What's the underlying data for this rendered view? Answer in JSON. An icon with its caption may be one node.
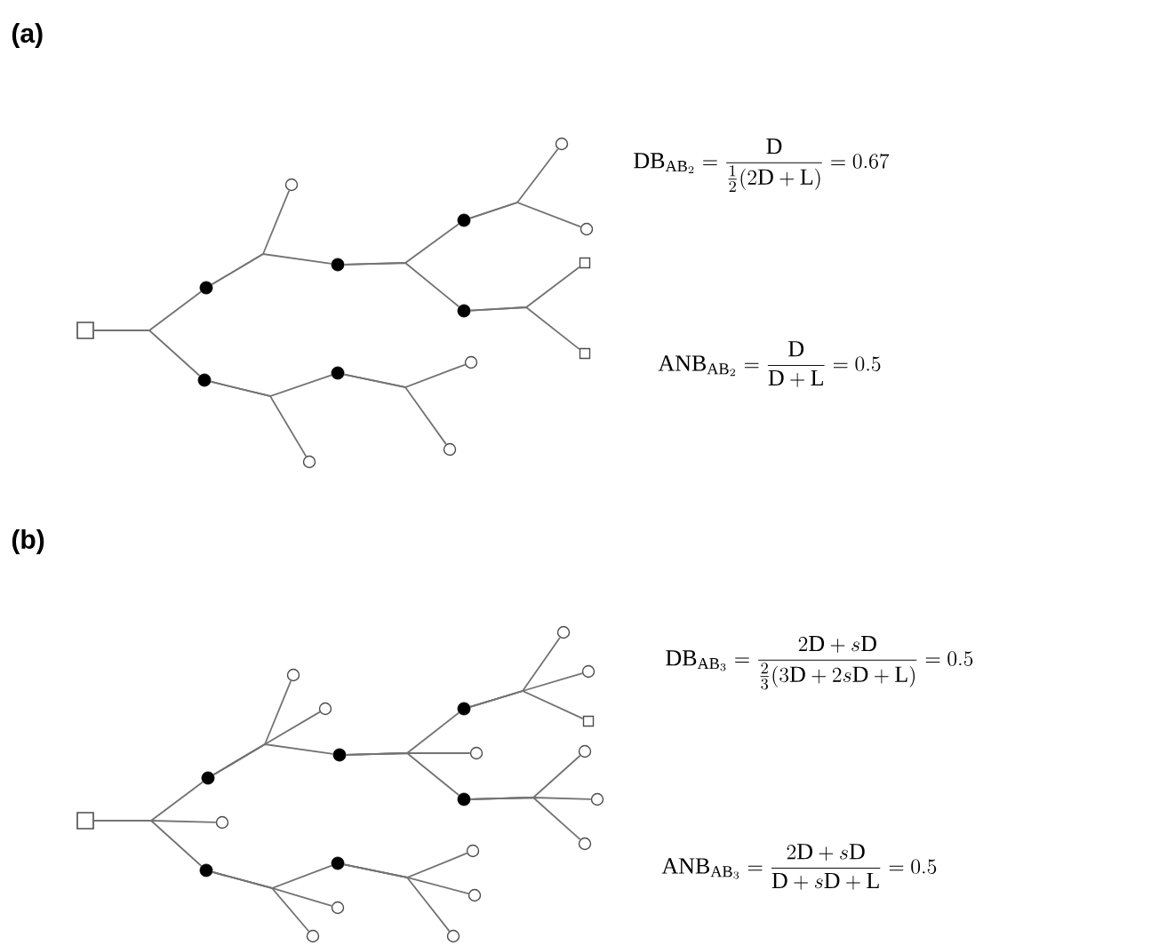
{
  "diagram": {
    "nodes": [
      {
        "text": [],
        "shape": "box"
      },
      {
        "text": [],
        "shape": "dot"
      },
      {
        "text": [],
        "shape": "dot"
      },
      {
        "text": [],
        "shape": "circle"
      },
      {
        "text": [],
        "shape": "dot"
      },
      {
        "text": [],
        "shape": "dot"
      },
      {
        "text": [],
        "shape": "dot"
      },
      {
        "text": [],
        "shape": "circle"
      },
      {
        "text": [],
        "shape": "circle"
      },
      {
        "text": [],
        "shape": "box"
      },
      {
        "text": [],
        "shape": "box"
      },
      {
        "text": [],
        "shape": "circle"
      },
      {
        "text": [],
        "shape": "dot"
      },
      {
        "text": [],
        "shape": "circle"
      },
      {
        "text": [],
        "shape": "circle"
      },
      {
        "text": [],
        "shape": "box"
      },
      {
        "text": [],
        "shape": "circle"
      },
      {
        "text": [],
        "shape": "dot"
      },
      {
        "text": [],
        "shape": "dot"
      },
      {
        "text": [],
        "shape": "circle"
      },
      {
        "text": [],
        "shape": "circle"
      },
      {
        "text": [],
        "shape": "dot"
      },
      {
        "text": [],
        "shape": "dot"
      },
      {
        "text": [],
        "shape": "circle"
      },
      {
        "text": [],
        "shape": "dot"
      },
      {
        "text": [],
        "shape": "circle"
      },
      {
        "text": [],
        "shape": "circle"
      },
      {
        "text": [],
        "shape": "box"
      },
      {
        "text": [],
        "shape": "circle"
      },
      {
        "text": [],
        "shape": "circle"
      },
      {
        "text": [],
        "shape": "circle"
      },
      {
        "text": [],
        "shape": "circle"
      },
      {
        "text": [],
        "shape": "circle"
      },
      {
        "text": [],
        "shape": "dot"
      },
      {
        "text": [],
        "shape": "circle"
      },
      {
        "text": [],
        "shape": "circle"
      },
      {
        "text": [],
        "shape": "circle"
      }
    ],
    "edges": [
      {
        "from": 0,
        "to": 1,
        "arrow": "none"
      },
      {
        "from": 0,
        "to": 2,
        "arrow": "none"
      },
      {
        "from": 1,
        "to": 3,
        "arrow": "none"
      },
      {
        "from": 1,
        "to": 4,
        "arrow": "none"
      },
      {
        "from": 4,
        "to": 5,
        "arrow": "none"
      },
      {
        "from": 4,
        "to": 6,
        "arrow": "none"
      },
      {
        "from": 5,
        "to": 7,
        "arrow": "none"
      },
      {
        "from": 5,
        "to": 8,
        "arrow": "none"
      },
      {
        "from": 6,
        "to": 9,
        "arrow": "none"
      },
      {
        "from": 6,
        "to": 10,
        "arrow": "none"
      },
      {
        "from": 2,
        "to": 11,
        "arrow": "none"
      },
      {
        "from": 2,
        "to": 12,
        "arrow": "none"
      },
      {
        "from": 12,
        "to": 13,
        "arrow": "none"
      },
      {
        "from": 12,
        "to": 14,
        "arrow": "none"
      },
      {
        "from": 15,
        "to": 16,
        "arrow": "none"
      },
      {
        "from": 15,
        "to": 17,
        "arrow": "none"
      },
      {
        "from": 15,
        "to": 18,
        "arrow": "none"
      },
      {
        "from": 17,
        "to": 19,
        "arrow": "none"
      },
      {
        "from": 17,
        "to": 20,
        "arrow": "none"
      },
      {
        "from": 17,
        "to": 21,
        "arrow": "none"
      },
      {
        "from": 21,
        "to": 22,
        "arrow": "none"
      },
      {
        "from": 21,
        "to": 23,
        "arrow": "none"
      },
      {
        "from": 21,
        "to": 24,
        "arrow": "none"
      },
      {
        "from": 22,
        "to": 25,
        "arrow": "none"
      },
      {
        "from": 22,
        "to": 26,
        "arrow": "none"
      },
      {
        "from": 22,
        "to": 27,
        "arrow": "none"
      },
      {
        "from": 24,
        "to": 28,
        "arrow": "none"
      },
      {
        "from": 24,
        "to": 29,
        "arrow": "none"
      },
      {
        "from": 24,
        "to": 30,
        "arrow": "none"
      },
      {
        "from": 18,
        "to": 31,
        "arrow": "none"
      },
      {
        "from": 18,
        "to": 32,
        "arrow": "none"
      },
      {
        "from": 18,
        "to": 33,
        "arrow": "none"
      },
      {
        "from": 33,
        "to": 34,
        "arrow": "none"
      },
      {
        "from": 33,
        "to": 35,
        "arrow": "none"
      },
      {
        "from": 33,
        "to": 36,
        "arrow": "none"
      }
    ],
    "labels": [
      "(a)",
      "\\mathrm{DB}_{\\mathrm{AB}_2}=\\frac{\\mathrm{D}}{\\frac{1}{2}(2\\mathrm{D}+\\mathrm{L})}=0.67",
      "\\mathrm{ANB}_{\\mathrm{AB}_2}=\\frac{\\mathrm{D}}{\\mathrm{D}+\\mathrm{L}}=0.5",
      "(b)",
      "\\mathrm{DB}_{\\mathrm{AB}_3}=\\frac{2\\mathrm{D}+s\\mathrm{D}}{\\frac{2}{3}(3\\mathrm{D}+2s\\mathrm{D}+\\mathrm{L})}=0.5",
      "\\mathrm{ANB}_{\\mathrm{AB}_3}=\\frac{2\\mathrm{D}+s\\mathrm{D}}{\\mathrm{D}+s\\mathrm{D}+\\mathrm{L}}=0.5"
    ]
  }
}
